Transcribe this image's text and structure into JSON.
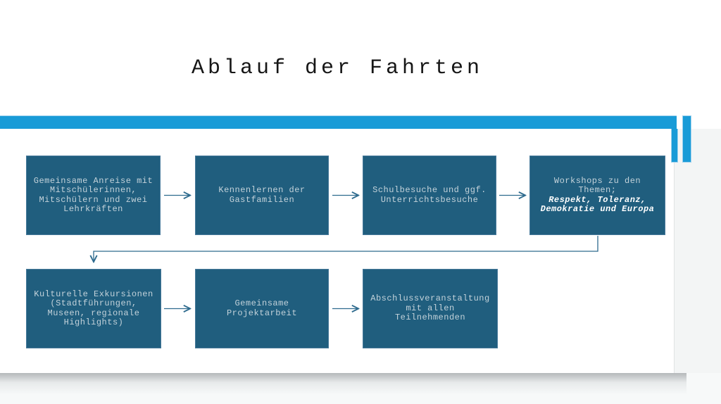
{
  "slide": {
    "title": "Ablauf der Fahrten"
  },
  "colors": {
    "accent_blue": "#199bd7",
    "accent_blue_stroke": "#9fd2ee",
    "box_fill": "#205e7e",
    "box_border": "#47799a",
    "box_text": "#c3d2da",
    "box_emphasis_text": "#ffffff",
    "connector": "#2e6b8e",
    "title_text": "#161616",
    "outside_background": "#f3f5f5"
  },
  "flow": {
    "boxes": [
      {
        "name": "anreise",
        "text": "Gemeinsame Anreise mit Mitschülerinnen, Mitschülern und zwei Lehrkräften",
        "emphasis": ""
      },
      {
        "name": "kennenlernen",
        "text": "Kennenlernen der Gastfamilien",
        "emphasis": ""
      },
      {
        "name": "schulbesuche",
        "text": "Schulbesuche und ggf. Unterrichtsbesuche",
        "emphasis": ""
      },
      {
        "name": "workshops",
        "text": "Workshops zu den Themen;",
        "emphasis": "Respekt, Toleranz, Demokratie und Europa"
      },
      {
        "name": "exkursionen",
        "text": "Kulturelle Exkursionen (Stadtführungen, Museen, regionale Highlights)",
        "emphasis": ""
      },
      {
        "name": "projektarbeit",
        "text": "Gemeinsame Projektarbeit",
        "emphasis": ""
      },
      {
        "name": "abschluss",
        "text": "Abschlussveranstaltung mit allen Teilnehmenden",
        "emphasis": ""
      }
    ]
  }
}
